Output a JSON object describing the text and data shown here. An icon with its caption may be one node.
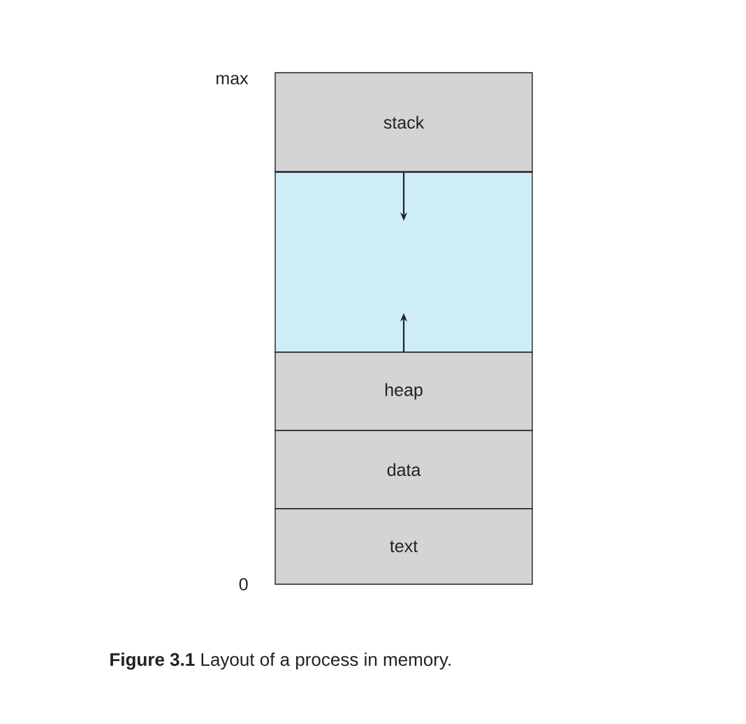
{
  "diagram": {
    "caption": "**Figure 3.1** Layout of a process in memory.",
    "nodes": [
      {
        "text": [
          "stack"
        ]
      },
      {
        "text": [],
        "shape": "box"
      },
      {
        "text": [
          "heap"
        ]
      },
      {
        "text": [
          "data"
        ]
      },
      {
        "text": [
          "text"
        ]
      }
    ],
    "edges": [
      {
        "from": 0,
        "to": 1,
        "arrow": "to"
      },
      {
        "from": 2,
        "to": 1,
        "arrow": "to"
      }
    ],
    "labels": [
      "max",
      "0"
    ]
  }
}
